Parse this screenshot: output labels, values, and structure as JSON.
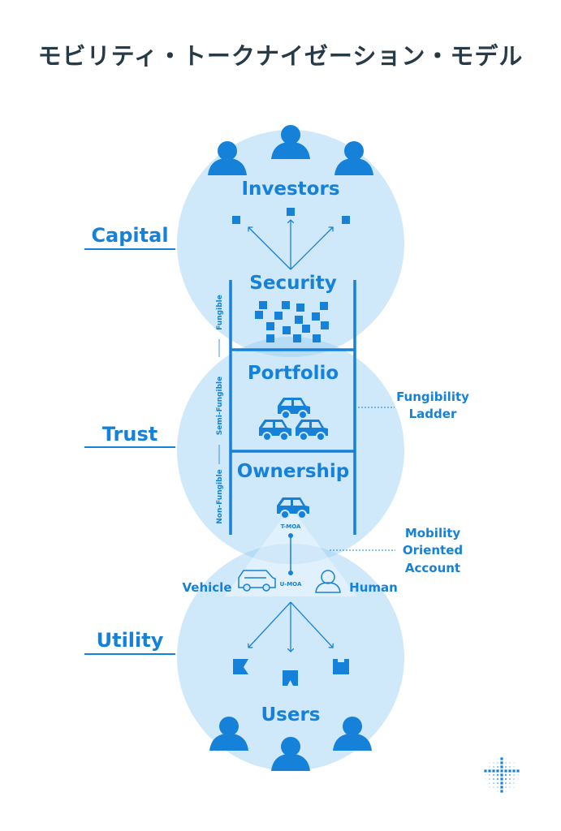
{
  "title": "モビリティ・トークナイゼーション・モデル",
  "colors": {
    "primary": "#1681d9",
    "circle_fill": "#cfe8fa",
    "circle_overlap": "#b7dcf6",
    "title_text": "#263a47",
    "background": "#ffffff"
  },
  "layers": {
    "capital": "Capital",
    "trust": "Trust",
    "utility": "Utility"
  },
  "top_circle": {
    "label": "Investors",
    "icons": [
      "person-icon",
      "person-icon",
      "person-icon"
    ],
    "token_icons": [
      "token-square-icon",
      "token-square-icon",
      "token-square-icon"
    ]
  },
  "ladder": {
    "security_label": "Security",
    "portfolio_label": "Portfolio",
    "ownership_label": "Ownership",
    "side_labels": {
      "fungible": "Fungible",
      "semi_fungible": "Semi-Fungible",
      "non_fungible": "Non-Fungible"
    },
    "t_moa_label": "T-MOA",
    "u_moa_label": "U-MOA"
  },
  "annotations": {
    "fungibility_ladder": [
      "Fungibility",
      "Ladder"
    ],
    "mobility_oriented_account": [
      "Mobility",
      "Oriented",
      "Account"
    ]
  },
  "moa_parts": {
    "vehicle_label": "Vehicle",
    "human_label": "Human"
  },
  "bottom_circle": {
    "label": "Users",
    "service_icons": [
      "service-piece-icon",
      "service-piece-icon",
      "service-piece-icon"
    ],
    "icons": [
      "person-icon",
      "person-icon",
      "person-icon"
    ]
  },
  "logo": "dot-grid-logo-icon"
}
